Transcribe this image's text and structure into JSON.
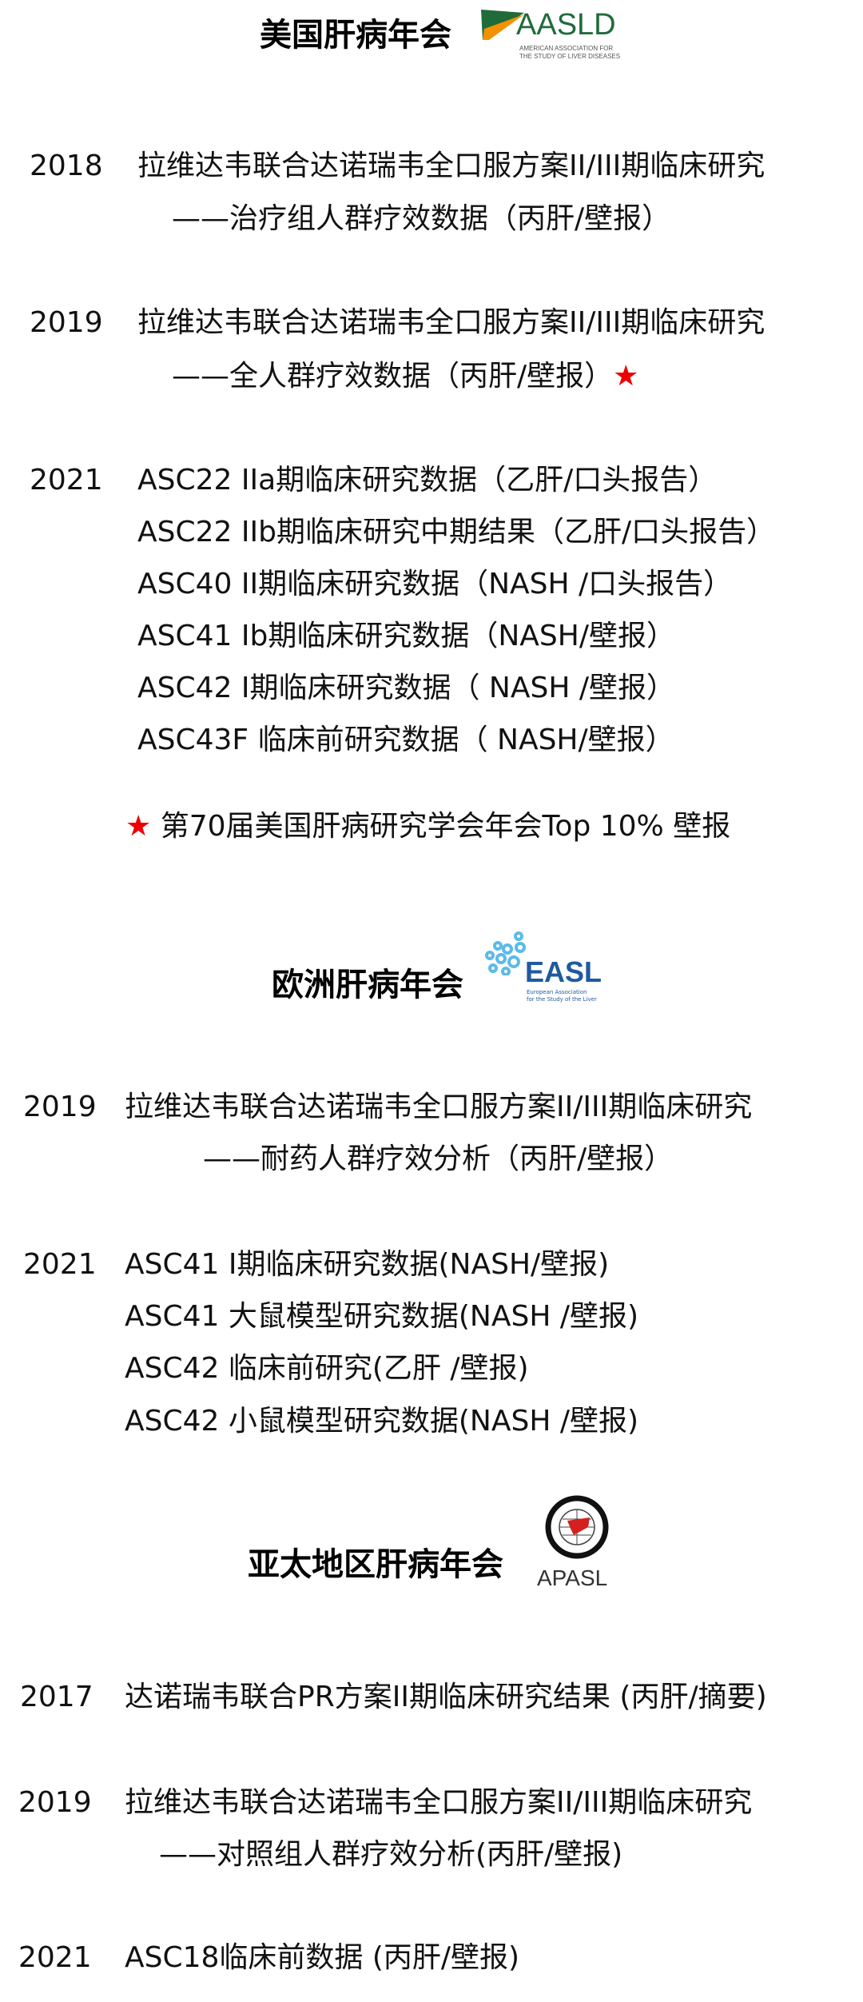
{
  "aasld": {
    "title": "美国肝病年会",
    "logo_text": "AASLD",
    "logo_sub1": "AMERICAN ASSOCIATION FOR",
    "logo_sub2": "THE STUDY OF LIVER DISEASES",
    "entries": [
      {
        "year": "2018",
        "lines": [
          "拉维达韦联合达诺瑞韦全口服方案II/III期临床研究",
          "——治疗组人群疗效数据（丙肝/壁报）"
        ]
      },
      {
        "year": "2019",
        "lines": [
          "拉维达韦联合达诺瑞韦全口服方案II/III期临床研究",
          "——全人群疗效数据（丙肝/壁报）"
        ],
        "star": "★"
      },
      {
        "year": "2021",
        "lines": [
          "ASC22 IIa期临床研究数据（乙肝/口头报告）",
          "ASC22 IIb期临床研究中期结果（乙肝/口头报告）",
          "ASC40 II期临床研究数据（NASH /口头报告）",
          "ASC41 Ib期临床研究数据（NASH/壁报）",
          "ASC42 I期临床研究数据（ NASH /壁报）",
          "ASC43F 临床前研究数据（ NASH/壁报）"
        ]
      }
    ],
    "note_star": "★",
    "note": "第70届美国肝病研究学会年会Top 10% 壁报"
  },
  "easl": {
    "title": "欧洲肝病年会",
    "logo_text": "EASL",
    "logo_sub1": "European Association",
    "logo_sub2": "for the Study of the Liver",
    "entries": [
      {
        "year": "2019",
        "lines": [
          "拉维达韦联合达诺瑞韦全口服方案II/III期临床研究",
          "——耐药人群疗效分析（丙肝/壁报）"
        ]
      },
      {
        "year": "2021",
        "lines": [
          "ASC41 I期临床研究数据(NASH/壁报)",
          "ASC41 大鼠模型研究数据(NASH /壁报)",
          "ASC42 临床前研究(乙肝 /壁报)",
          "ASC42 小鼠模型研究数据(NASH /壁报)"
        ]
      }
    ]
  },
  "apasl": {
    "title": "亚太地区肝病年会",
    "logo_text": "APASL",
    "entries": [
      {
        "year": "2017",
        "lines": [
          "达诺瑞韦联合PR方案II期临床研究结果 (丙肝/摘要)"
        ]
      },
      {
        "year": "2019",
        "lines": [
          "拉维达韦联合达诺瑞韦全口服方案II/III期临床研究",
          "——对照组人群疗效分析(丙肝/壁报)"
        ]
      },
      {
        "year": "2021",
        "lines": [
          "ASC18临床前数据 (丙肝/壁报)"
        ]
      }
    ]
  },
  "colors": {
    "star": "#e00000",
    "aasld_green": "#1f6b3a",
    "aasld_orange": "#f39200",
    "easl_blue": "#1f5aa0",
    "easl_light": "#5bbbe8",
    "apasl_red": "#d42020"
  }
}
